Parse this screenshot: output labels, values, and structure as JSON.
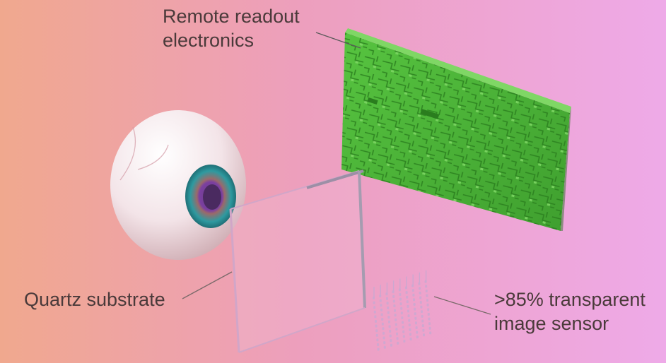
{
  "labels": {
    "remote_readout_line1": "Remote readout",
    "remote_readout_line2": "electronics",
    "quartz_substrate": "Quartz substrate",
    "sensor_line1": ">85% transparent",
    "sensor_line2": "image sensor"
  },
  "colors": {
    "background_left": "#f0a88e",
    "background_mid": "#ed9fbd",
    "background_right": "#eeaae8",
    "board_face": "#4fba3a",
    "board_trace": "#2a7d1e",
    "board_edge": "#8e8a82",
    "board_top_edge": "#7fd765",
    "eye_white": "#f4eaec",
    "iris": "#2e9aa0",
    "pupil": "#7b3fa0",
    "substrate_edge": "#d1a6c8",
    "sensor_pins": "#cba8d0",
    "label_text": "#4a3a3a"
  },
  "icons": {
    "eye": "eyeball-icon",
    "board": "circuit-board-icon",
    "substrate": "glass-plate-icon",
    "sensor": "pixel-array-icon"
  }
}
